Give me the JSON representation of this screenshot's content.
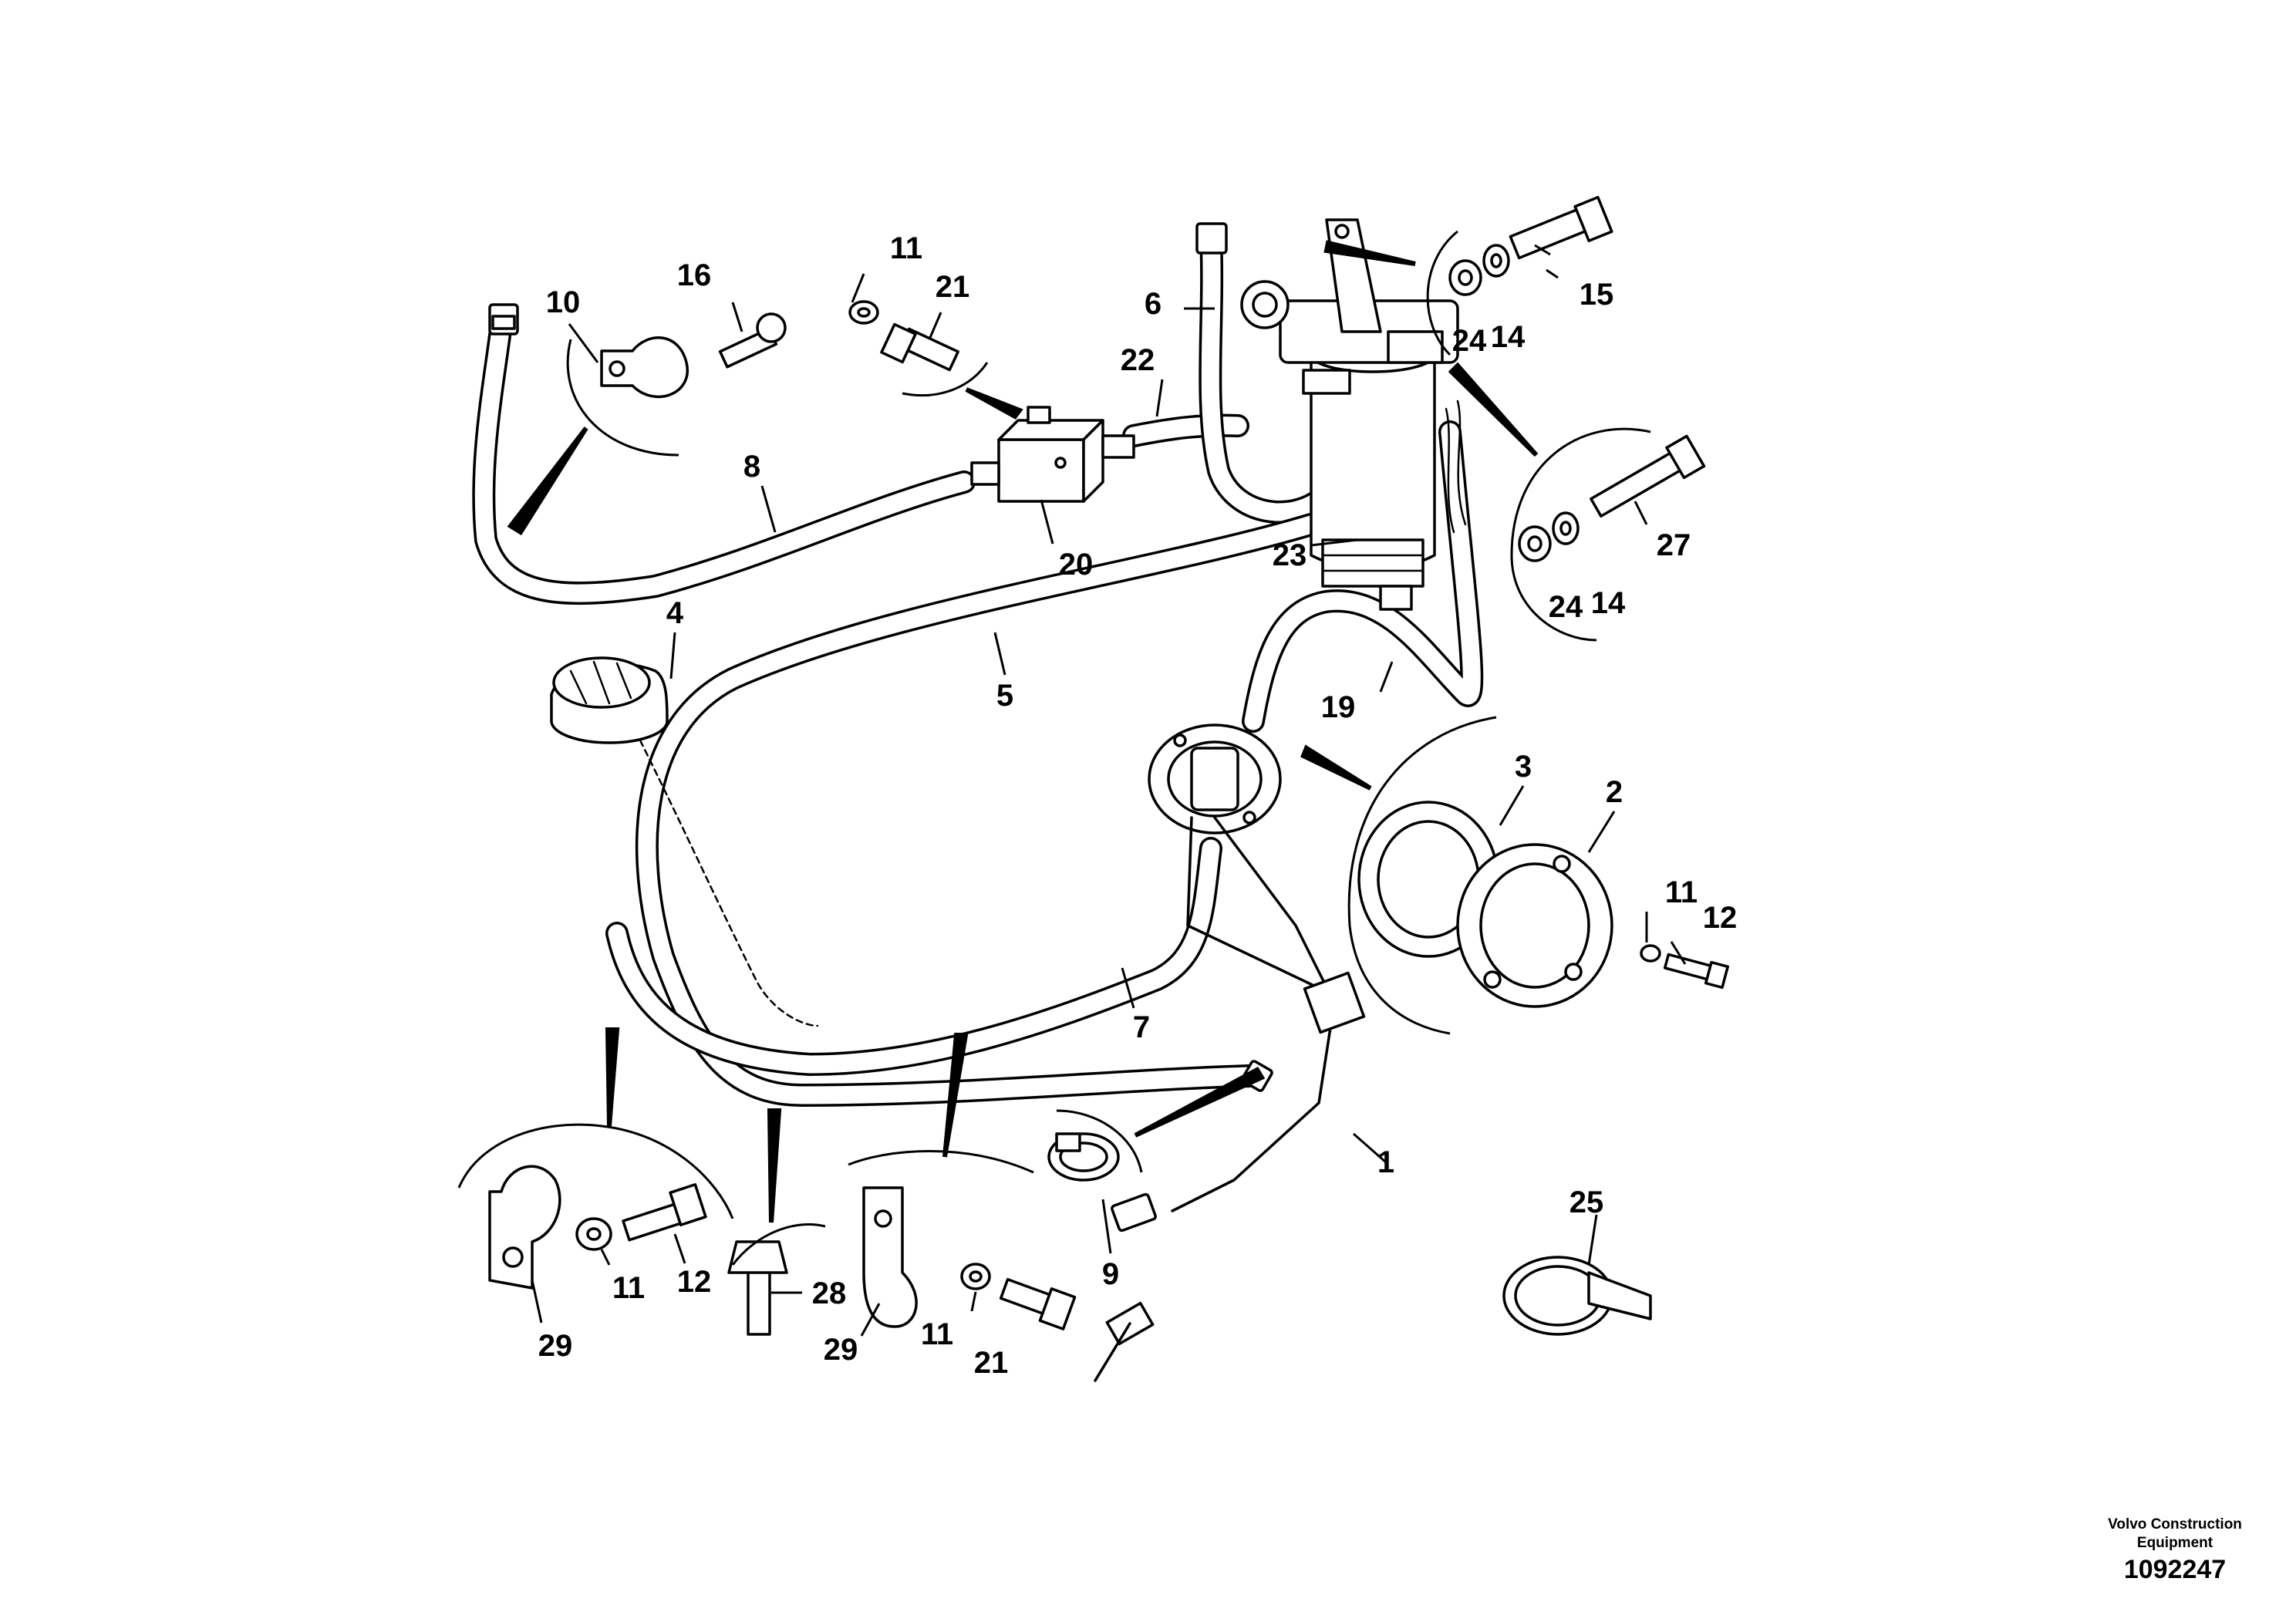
{
  "callouts": [
    {
      "id": "c1",
      "label": "1"
    },
    {
      "id": "c2",
      "label": "2"
    },
    {
      "id": "c3",
      "label": "3"
    },
    {
      "id": "c4",
      "label": "4"
    },
    {
      "id": "c5",
      "label": "5"
    },
    {
      "id": "c6",
      "label": "6"
    },
    {
      "id": "c7",
      "label": "7"
    },
    {
      "id": "c8",
      "label": "8"
    },
    {
      "id": "c9",
      "label": "9"
    },
    {
      "id": "c10",
      "label": "10"
    },
    {
      "id": "c11a",
      "label": "11"
    },
    {
      "id": "c11b",
      "label": "11"
    },
    {
      "id": "c11c",
      "label": "11"
    },
    {
      "id": "c11d",
      "label": "11"
    },
    {
      "id": "c12a",
      "label": "12"
    },
    {
      "id": "c12b",
      "label": "12"
    },
    {
      "id": "c14a",
      "label": "14"
    },
    {
      "id": "c14b",
      "label": "14"
    },
    {
      "id": "c15",
      "label": "15"
    },
    {
      "id": "c16",
      "label": "16"
    },
    {
      "id": "c19",
      "label": "19"
    },
    {
      "id": "c20",
      "label": "20"
    },
    {
      "id": "c21a",
      "label": "21"
    },
    {
      "id": "c21b",
      "label": "21"
    },
    {
      "id": "c22",
      "label": "22"
    },
    {
      "id": "c23",
      "label": "23"
    },
    {
      "id": "c24a",
      "label": "24"
    },
    {
      "id": "c24b",
      "label": "24"
    },
    {
      "id": "c25",
      "label": "25"
    },
    {
      "id": "c27",
      "label": "27"
    },
    {
      "id": "c28",
      "label": "28"
    },
    {
      "id": "c29a",
      "label": "29"
    },
    {
      "id": "c29b",
      "label": "29"
    }
  ],
  "footer": {
    "brand_line1": "Volvo Construction",
    "brand_line2": "Equipment",
    "drawing_number": "1092247"
  }
}
